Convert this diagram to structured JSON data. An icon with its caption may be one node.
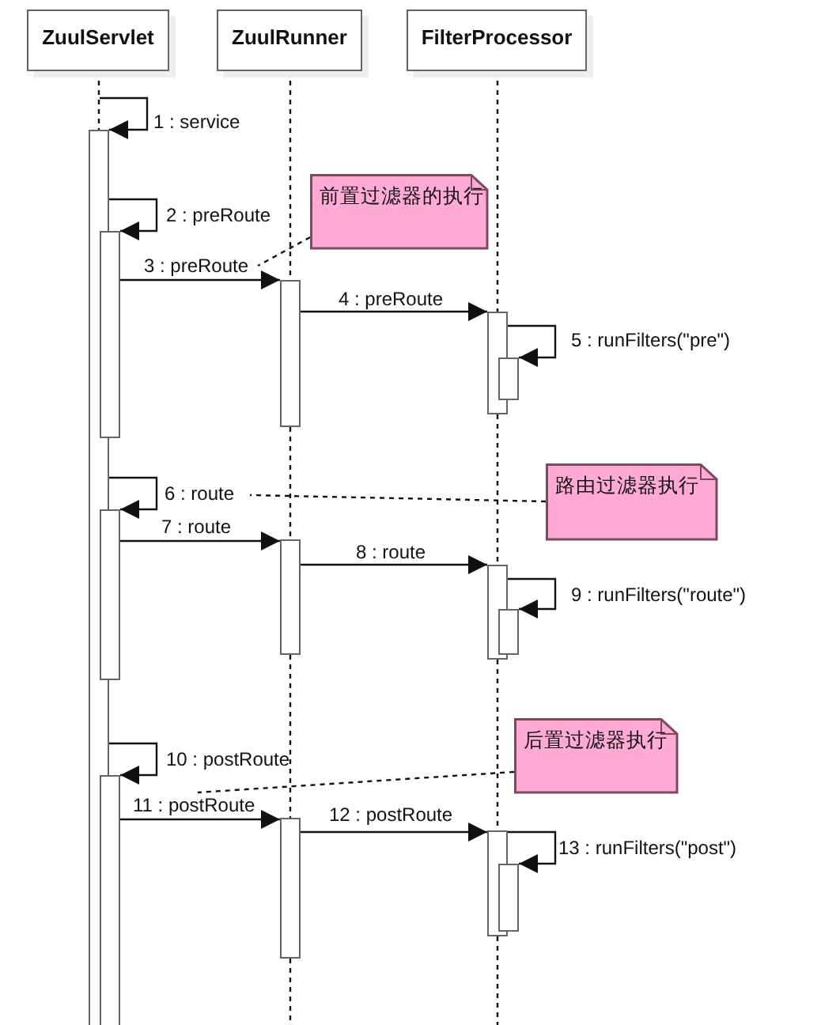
{
  "diagram": {
    "nodes": [
      {
        "text": [
          "ZuulServlet"
        ]
      },
      {
        "text": [
          "ZuulRunner"
        ]
      },
      {
        "text": [
          "FilterProcessor"
        ]
      },
      {
        "text": [],
        "shape": "bar"
      },
      {
        "text": [],
        "shape": "bar"
      },
      {
        "text": [],
        "shape": "bar"
      },
      {
        "text": [],
        "shape": "bar"
      },
      {
        "text": [],
        "shape": "bar"
      },
      {
        "text": [],
        "shape": "bar"
      },
      {
        "text": [],
        "shape": "bar"
      },
      {
        "text": [],
        "shape": "bar"
      },
      {
        "text": [],
        "shape": "bar"
      },
      {
        "text": [],
        "shape": "bar"
      },
      {
        "text": [],
        "shape": "bar"
      },
      {
        "text": [],
        "shape": "bar"
      },
      {
        "text": [],
        "shape": "bar"
      },
      {
        "text": [
          "前置过滤器的执行"
        ]
      },
      {
        "text": [
          "路由过滤器执行"
        ]
      },
      {
        "text": [
          "后置过滤器执行"
        ]
      }
    ],
    "edges": [
      {
        "from": null,
        "to": 3,
        "arrow": "to",
        "label": "1 : service"
      },
      {
        "from": 3,
        "to": 4,
        "arrow": "to",
        "label": "2 : preRoute"
      },
      {
        "from": 4,
        "to": 5,
        "arrow": "to",
        "label": "3 : preRoute"
      },
      {
        "from": 5,
        "to": 6,
        "arrow": "to",
        "label": "4 : preRoute"
      },
      {
        "from": 6,
        "to": 7,
        "arrow": "to",
        "label": "5 : runFilters(\"pre\")"
      },
      {
        "from": 3,
        "to": 8,
        "arrow": "to",
        "label": "6 : route"
      },
      {
        "from": 8,
        "to": 9,
        "arrow": "to",
        "label": "7 : route"
      },
      {
        "from": 9,
        "to": 10,
        "arrow": "to",
        "label": "8 : route"
      },
      {
        "from": 10,
        "to": 11,
        "arrow": "to",
        "label": "9 : runFilters(\"route\")"
      },
      {
        "from": 3,
        "to": 12,
        "arrow": "to",
        "label": "10 : postRoute"
      },
      {
        "from": 12,
        "to": 13,
        "arrow": "to",
        "label": "11 : postRoute"
      },
      {
        "from": 13,
        "to": 14,
        "arrow": "to",
        "label": "12 : postRoute"
      },
      {
        "from": 14,
        "to": 15,
        "arrow": "to",
        "label": "13 : runFilters(\"post\")"
      },
      {
        "from": 16,
        "to": null,
        "arrow": "none",
        "style": "dashed"
      },
      {
        "from": 17,
        "to": null,
        "arrow": "none",
        "style": "dashed"
      },
      {
        "from": 18,
        "to": null,
        "arrow": "none",
        "style": "dashed"
      },
      {
        "from": 0,
        "to": 3,
        "arrow": "none",
        "style": "dashed"
      },
      {
        "from": 1,
        "to": 5,
        "arrow": "none",
        "style": "dashed"
      },
      {
        "from": 5,
        "to": 9,
        "arrow": "none",
        "style": "dashed"
      },
      {
        "from": 9,
        "to": 13,
        "arrow": "none",
        "style": "dashed"
      },
      {
        "from": 13,
        "to": null,
        "arrow": "none",
        "style": "dashed"
      },
      {
        "from": 2,
        "to": 6,
        "arrow": "none",
        "style": "dashed"
      },
      {
        "from": 6,
        "to": 10,
        "arrow": "none",
        "style": "dashed"
      },
      {
        "from": 10,
        "to": 14,
        "arrow": "none",
        "style": "dashed"
      },
      {
        "from": 14,
        "to": null,
        "arrow": "none",
        "style": "dashed"
      }
    ]
  }
}
